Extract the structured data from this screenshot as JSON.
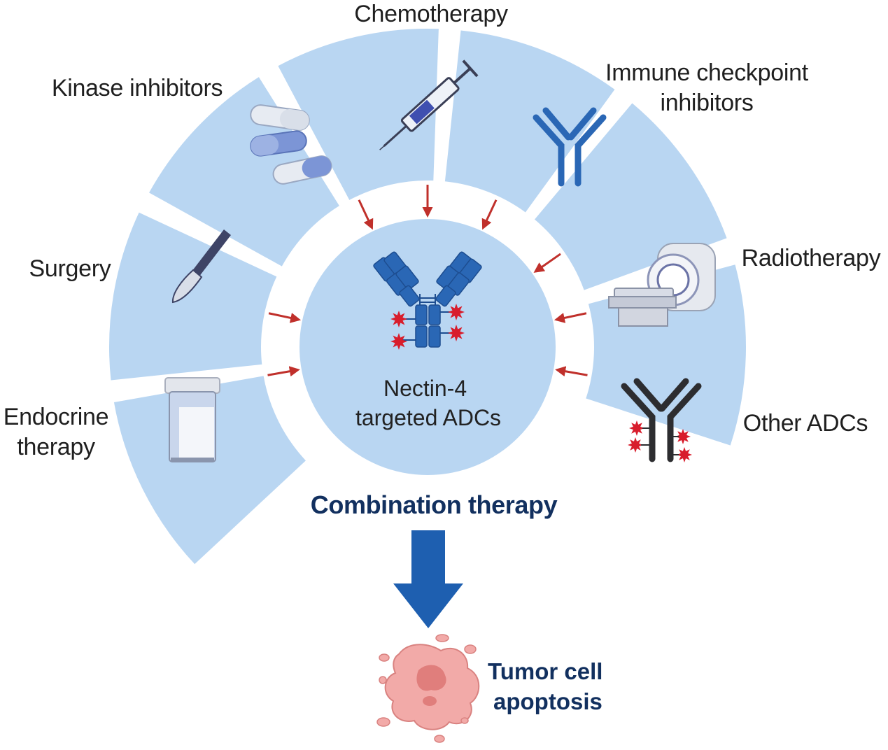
{
  "segments": [
    {
      "id": "endocrine",
      "label_lines": [
        "Endocrine",
        "therapy"
      ]
    },
    {
      "id": "surgery",
      "label_lines": [
        "Surgery"
      ]
    },
    {
      "id": "kinase",
      "label_lines": [
        "Kinase inhibitors"
      ]
    },
    {
      "id": "chemo",
      "label_lines": [
        "Chemotherapy"
      ]
    },
    {
      "id": "immune",
      "label_lines": [
        "Immune checkpoint",
        "inhibitors"
      ]
    },
    {
      "id": "radio",
      "label_lines": [
        "Radiotherapy"
      ]
    },
    {
      "id": "other",
      "label_lines": [
        "Other ADCs"
      ]
    }
  ],
  "center": {
    "label_lines": [
      "Nectin-4",
      "targeted ADCs"
    ]
  },
  "combination_label": "Combination therapy",
  "outcome": {
    "label_lines": [
      "Tumor cell",
      "apoptosis"
    ]
  },
  "colors": {
    "segment_fill": "#b9d6f2",
    "center_fill": "#b9d6f2",
    "arrow_red": "#c0302b",
    "arrow_blue": "#1e5fb0",
    "antibody_blue": "#2a67b5",
    "drug_red": "#d81d2c",
    "text_dark": "#1f1f1f",
    "text_navy": "#12305f",
    "tumor_pink": "#f0a3a3"
  },
  "icons": [
    "capsules-icon",
    "syringe-icon",
    "antibody-icon",
    "scalpel-icon",
    "mri-scanner-icon",
    "specimen-jar-icon",
    "antibody-drug-conjugate-icon",
    "tumor-cell-icon"
  ]
}
